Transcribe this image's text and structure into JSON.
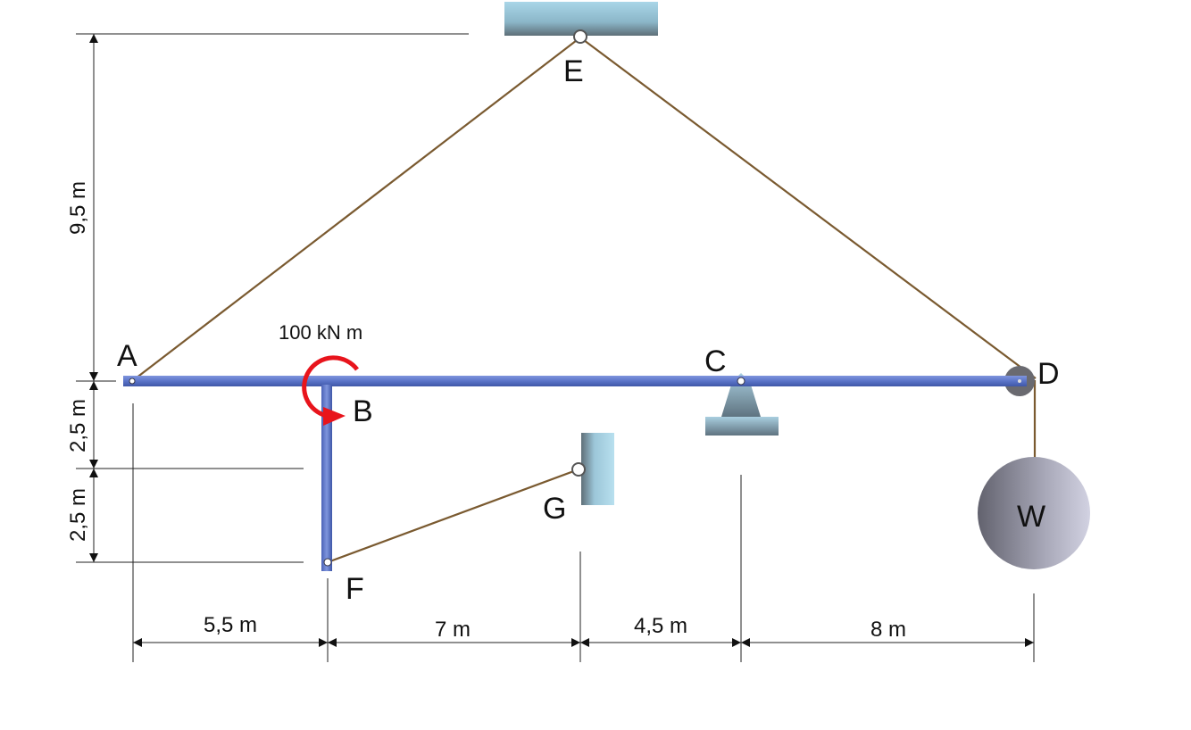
{
  "points": {
    "A": "A",
    "B": "B",
    "C": "C",
    "D": "D",
    "E": "E",
    "F": "F",
    "G": "G"
  },
  "weight_label": "W",
  "moment_label": "100 kN m",
  "dimensions": {
    "height_E": "9,5 m",
    "drop_1": "2,5 m",
    "drop_2": "2,5 m",
    "span_AB": "5,5 m",
    "span_BG": "7 m",
    "span_GC": "4,5 m",
    "span_CD": "8 m"
  },
  "colors": {
    "beam": "#5b74c8",
    "cable": "#7a5a30",
    "moment": "#e8141c",
    "support": "#8fb7cc",
    "weight": "#9a9aa8"
  }
}
